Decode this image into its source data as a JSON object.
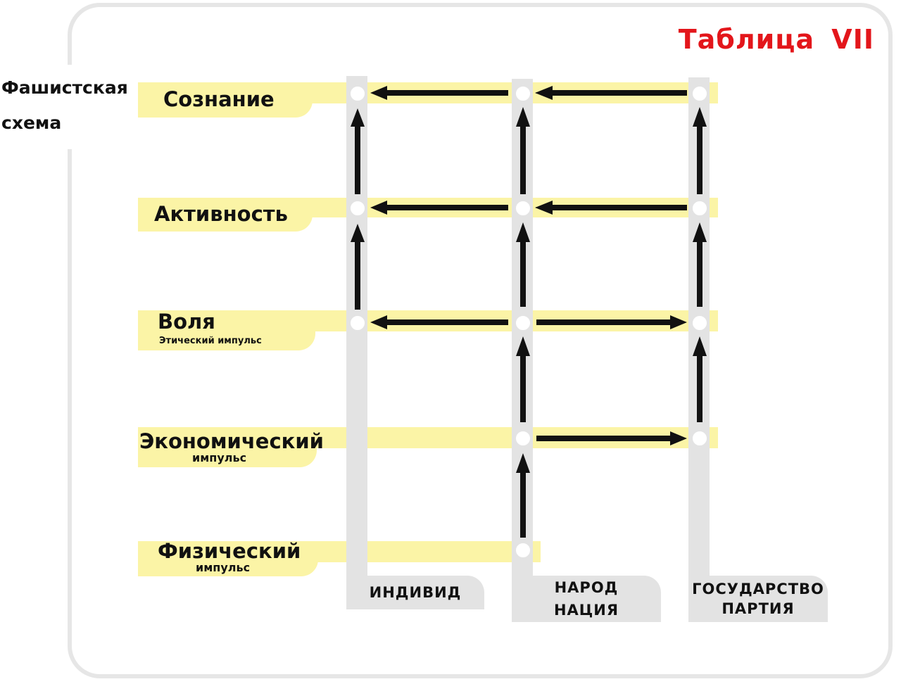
{
  "title": "Таблица VII",
  "scheme_title": "Фашистская схема",
  "scheme_title_lines": [
    "Фашистская",
    "схема"
  ],
  "levels": [
    {
      "main": "Сознание",
      "sub": ""
    },
    {
      "main": "Активность",
      "sub": ""
    },
    {
      "main": "Воля",
      "sub": "Этический импульс"
    },
    {
      "main": "Экономический",
      "sub": "импульс"
    },
    {
      "main": "Физический",
      "sub": "импульс"
    }
  ],
  "columns": [
    {
      "lines": [
        "ИНДИВИД"
      ]
    },
    {
      "lines": [
        "НАРОД",
        "НАЦИЯ"
      ]
    },
    {
      "lines": [
        "ГОСУДАРСТВО",
        "ПАРТИЯ"
      ]
    }
  ],
  "colors": {
    "band": "#fbf4a6",
    "column": "#e3e3e3",
    "arrow": "#111111",
    "title": "#e3161b",
    "frame": "#e6e6e6"
  }
}
